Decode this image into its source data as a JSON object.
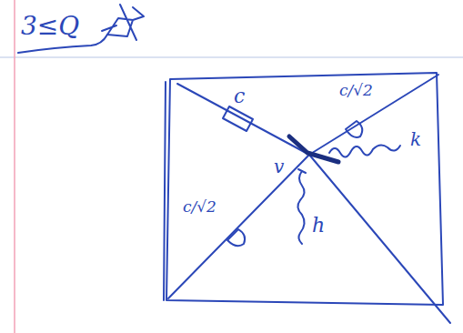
{
  "diagram": {
    "labels": [
      "3≤Q",
      "c",
      "c/√2",
      "v",
      "k",
      "c/√2",
      "h"
    ]
  }
}
